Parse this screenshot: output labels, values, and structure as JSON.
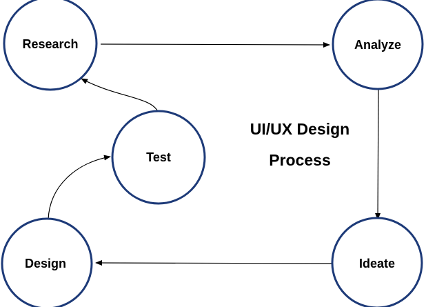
{
  "title": {
    "line1": "UI/UX Design",
    "line2": "Process"
  },
  "nodes": {
    "research": "Research",
    "analyze": "Analyze",
    "ideate": "Ideate",
    "design": "Design",
    "test": "Test"
  },
  "colors": {
    "node_outline": "#1d3a78",
    "arrow": "#000000",
    "text": "#000000"
  }
}
